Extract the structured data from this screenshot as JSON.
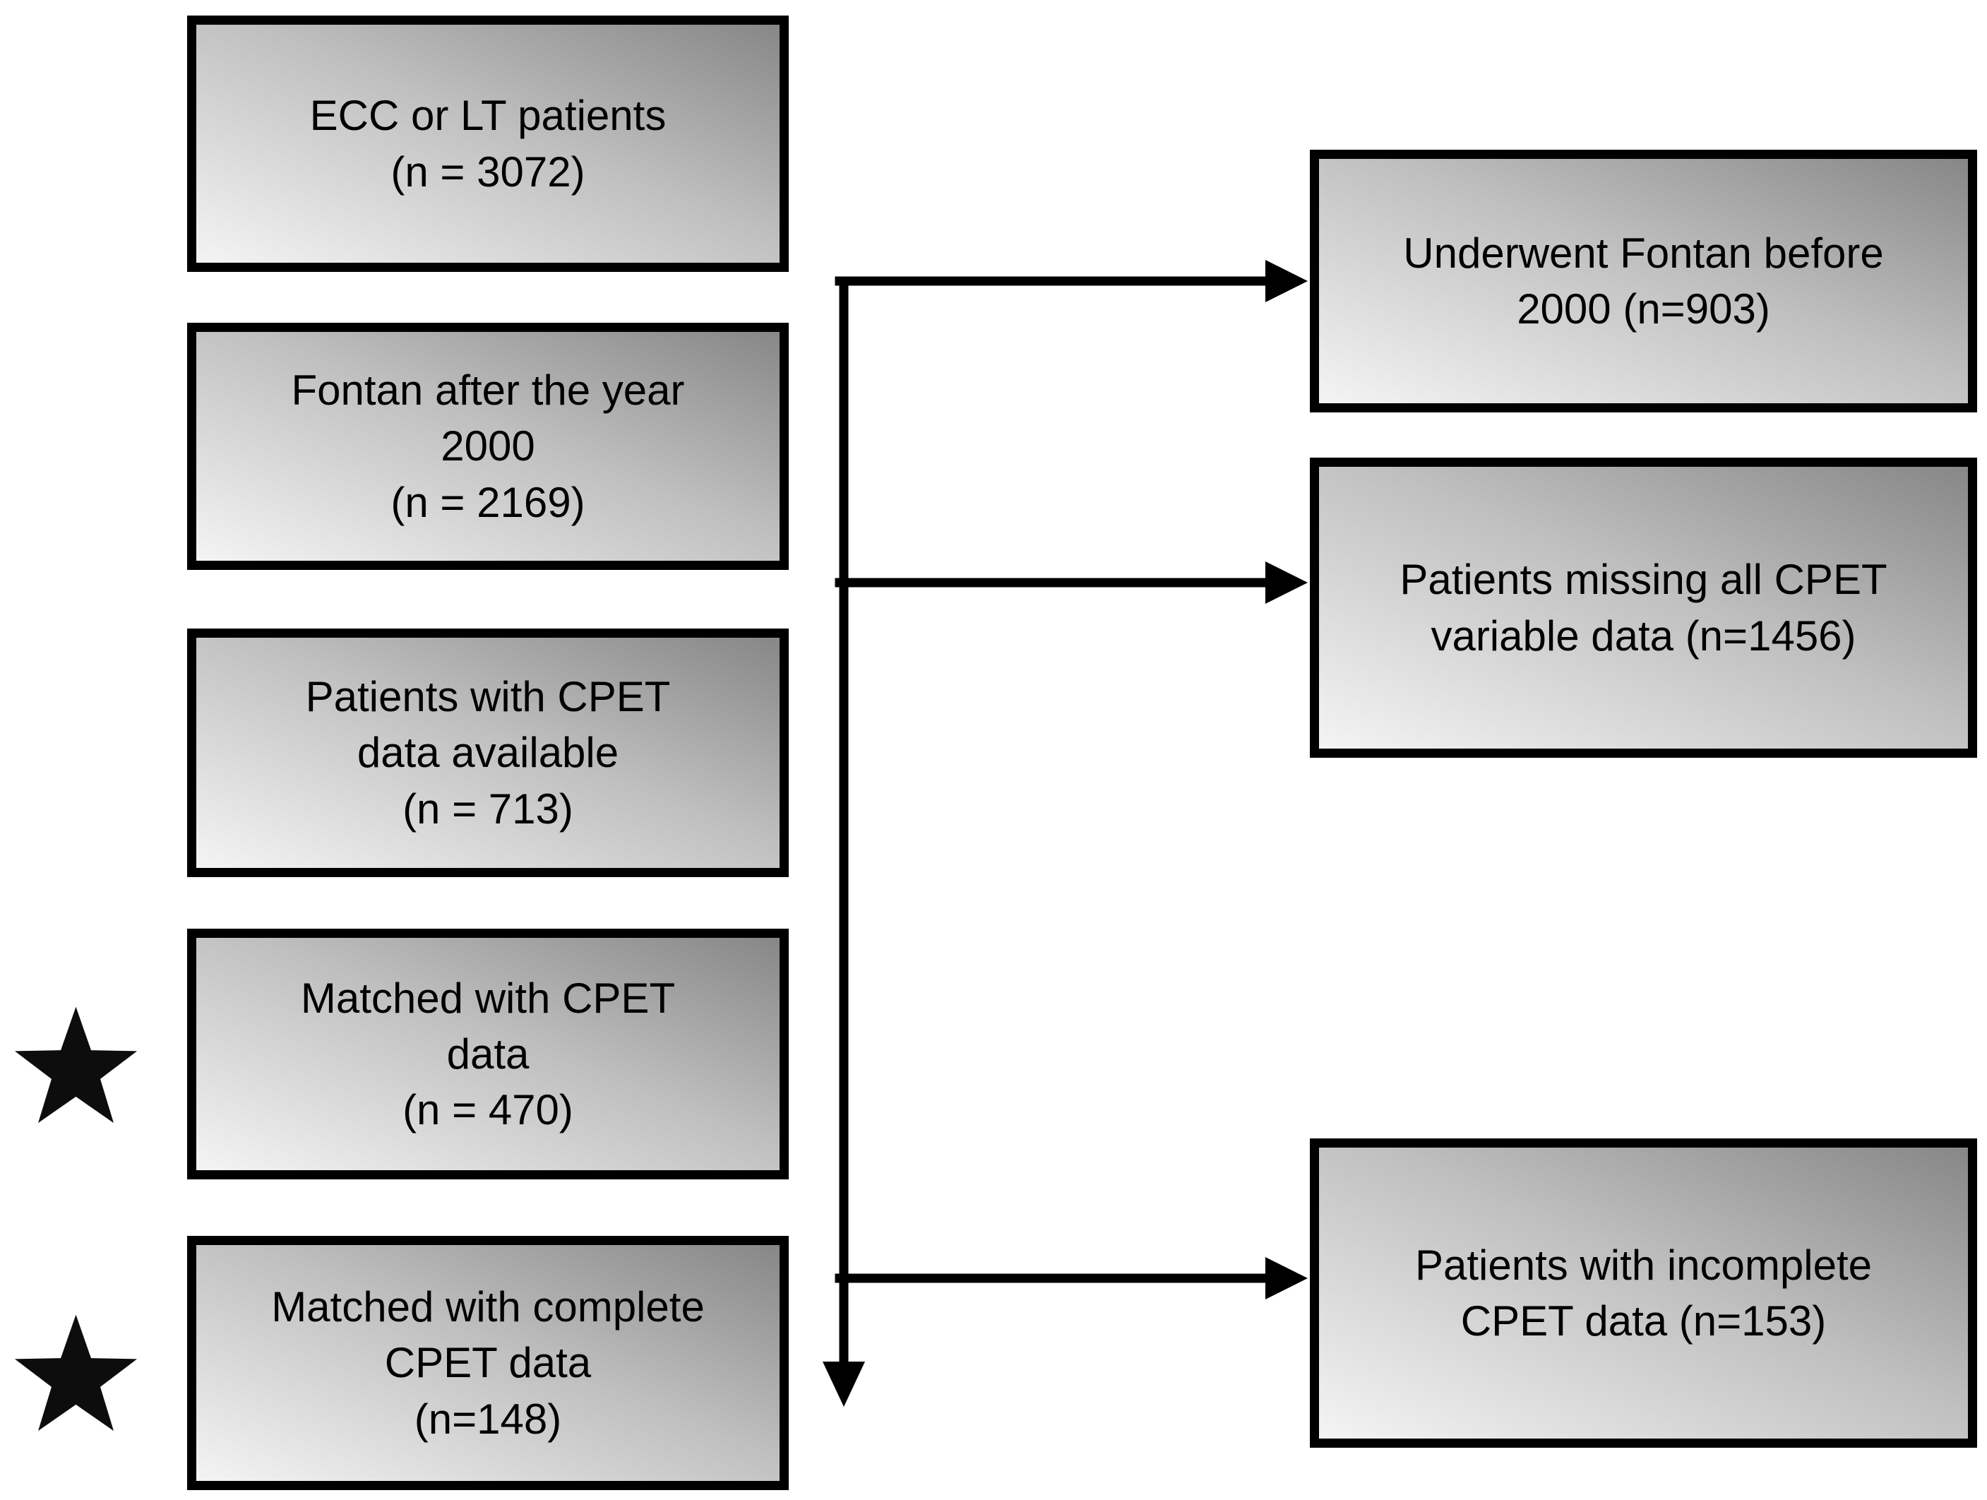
{
  "figure": {
    "type": "patient-flow-diagram",
    "left_boxes": [
      {
        "lines": [
          "ECC or LT patients",
          "(n = 3072)"
        ],
        "starred": false
      },
      {
        "lines": [
          "Fontan after the year",
          "2000",
          "(n = 2169)"
        ],
        "starred": false
      },
      {
        "lines": [
          "Patients with CPET",
          "data available",
          "(n = 713)"
        ],
        "starred": false
      },
      {
        "lines": [
          "Matched with CPET",
          "data",
          "(n = 470)"
        ],
        "starred": true
      },
      {
        "lines": [
          "Matched with complete",
          "CPET data",
          "(n=148)"
        ],
        "starred": true
      }
    ],
    "exclusion_boxes": [
      {
        "lines": [
          "Underwent Fontan before",
          "2000 (n=903)"
        ]
      },
      {
        "lines": [
          "Patients missing all CPET",
          "variable data (n=1456)"
        ]
      },
      {
        "lines": [
          "Patients with incomplete",
          "CPET data (n=153)"
        ]
      }
    ],
    "colors": {
      "background": "#ffffff",
      "box_border": "#000000",
      "box_gradient_dark": "#878787",
      "box_gradient_light": "#f4f4f4",
      "text": "#000000",
      "arrow": "#000000",
      "star": "#0d0d0d"
    }
  }
}
